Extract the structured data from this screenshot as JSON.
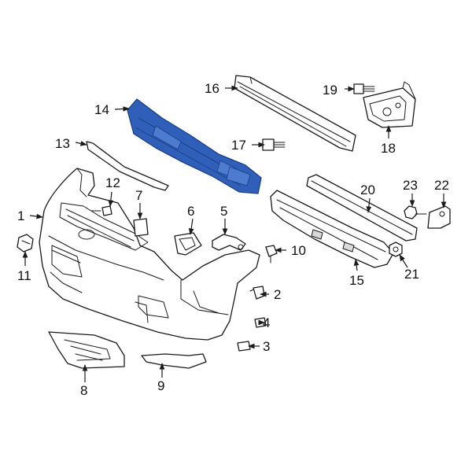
{
  "colors": {
    "highlight": "#2f5fb8",
    "highlight_dark": "#1c3f86",
    "line": "#1a1a1a"
  },
  "callouts": [
    {
      "id": "1",
      "label": "1"
    },
    {
      "id": "2",
      "label": "2"
    },
    {
      "id": "3",
      "label": "3"
    },
    {
      "id": "4",
      "label": "4"
    },
    {
      "id": "5",
      "label": "5"
    },
    {
      "id": "6",
      "label": "6"
    },
    {
      "id": "7",
      "label": "7"
    },
    {
      "id": "8",
      "label": "8"
    },
    {
      "id": "9",
      "label": "9"
    },
    {
      "id": "10",
      "label": "10"
    },
    {
      "id": "11",
      "label": "11"
    },
    {
      "id": "12",
      "label": "12"
    },
    {
      "id": "13",
      "label": "13"
    },
    {
      "id": "14",
      "label": "14"
    },
    {
      "id": "15",
      "label": "15"
    },
    {
      "id": "16",
      "label": "16"
    },
    {
      "id": "17",
      "label": "17"
    },
    {
      "id": "18",
      "label": "18"
    },
    {
      "id": "19",
      "label": "19"
    },
    {
      "id": "20",
      "label": "20"
    },
    {
      "id": "21",
      "label": "21"
    },
    {
      "id": "22",
      "label": "22"
    },
    {
      "id": "23",
      "label": "23"
    }
  ]
}
